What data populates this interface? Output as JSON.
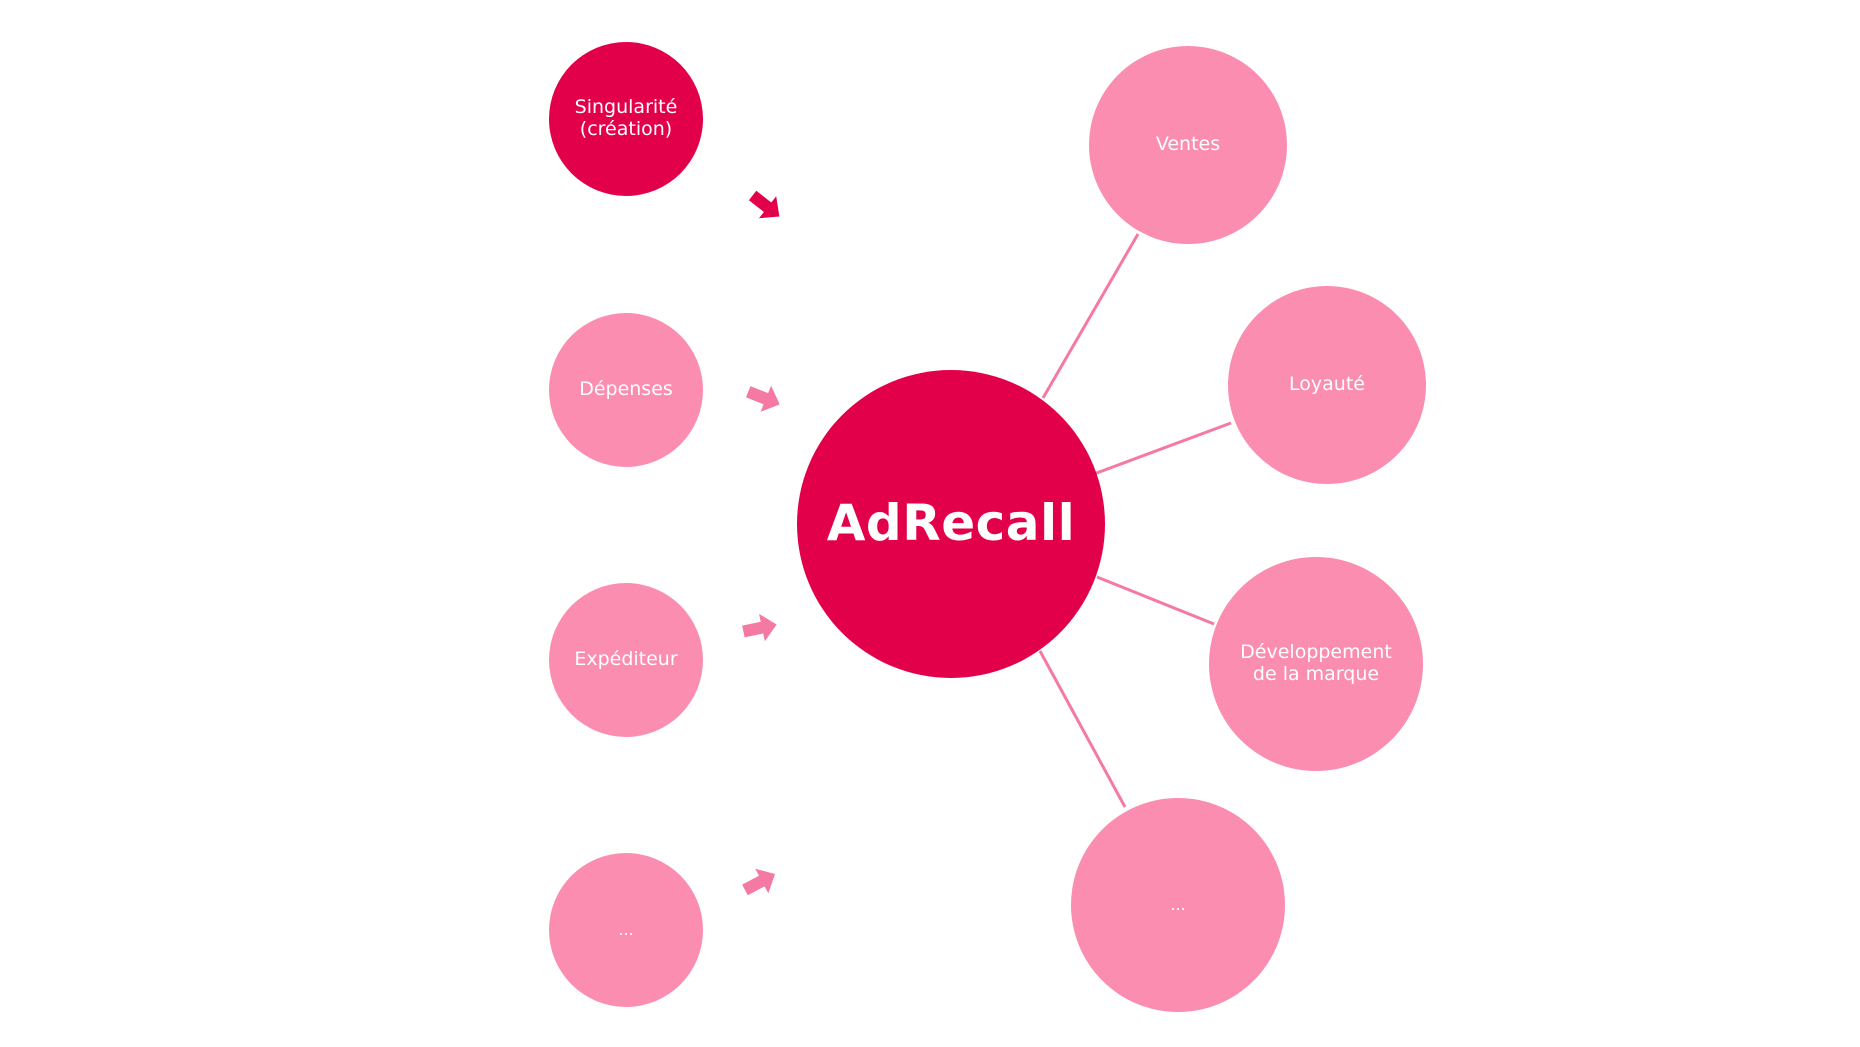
{
  "colors": {
    "primary": "#e2004a",
    "secondary": "#fb8db0",
    "connector": "#f47aa3",
    "arrow_primary": "#e2004a",
    "arrow_secondary": "#f47aa3"
  },
  "inputs": [
    {
      "label": "Singularité\n(création)"
    },
    {
      "label": "Dépenses"
    },
    {
      "label": "Expéditeur"
    },
    {
      "label": "..."
    }
  ],
  "hub": {
    "label": "AdRecall"
  },
  "outputs": [
    {
      "label": "Ventes"
    },
    {
      "label": "Loyauté"
    },
    {
      "label": "Développement\nde la marque"
    },
    {
      "label": "..."
    }
  ]
}
